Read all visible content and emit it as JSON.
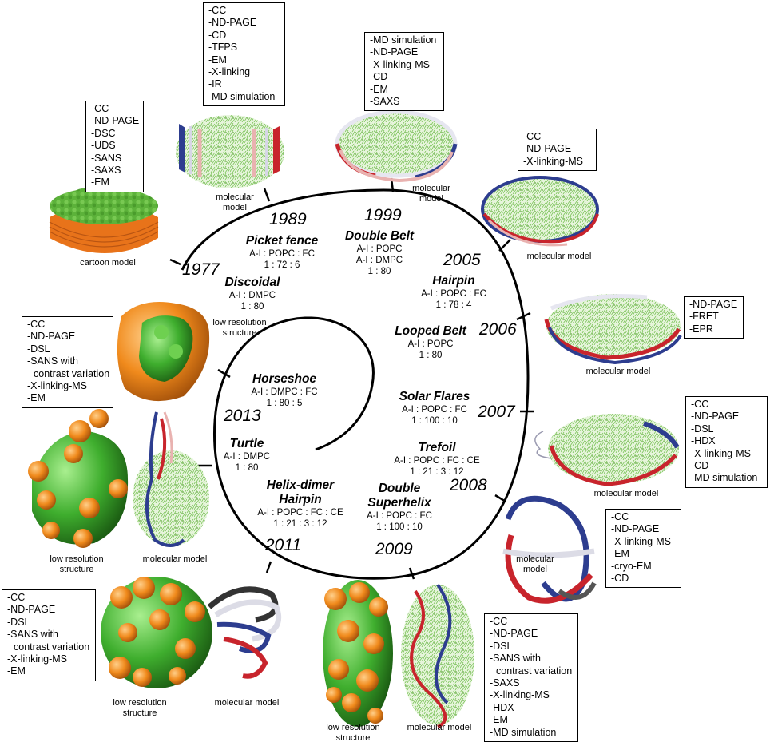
{
  "milestones": [
    {
      "year": "1977",
      "name": "Discoidal",
      "composition": [
        "A-I : DMPC",
        "1 : 80"
      ]
    },
    {
      "year": "1989",
      "name": "Picket fence",
      "composition": [
        "A-I : POPC : FC",
        "1 : 72 : 6"
      ]
    },
    {
      "year": "1999",
      "name": "Double Belt",
      "composition": [
        "A-I : POPC",
        "A-I : DMPC",
        "1 : 80"
      ]
    },
    {
      "year": "2005",
      "name": "Hairpin",
      "composition": [
        "A-I : POPC : FC",
        "1 : 78 : 4"
      ]
    },
    {
      "year": "2006",
      "name": "Looped Belt",
      "composition": [
        "A-I : POPC",
        "1 : 80"
      ]
    },
    {
      "year": "2007",
      "name": "Solar Flares",
      "composition": [
        "A-I : POPC : FC",
        "1 : 100 : 10"
      ]
    },
    {
      "year": "2008",
      "name": "Trefoil",
      "composition": [
        "A-I : POPC : FC : CE",
        "1 : 21 : 3 : 12"
      ]
    },
    {
      "year": "2009",
      "name": "Double Superhelix",
      "name_lines": [
        "Double",
        "Superhelix"
      ],
      "composition": [
        "A-I : POPC : FC",
        "1 : 100 : 10"
      ]
    },
    {
      "year": "2011",
      "name": "Helix-dimer Hairpin",
      "name_lines": [
        "Helix-dimer",
        "Hairpin"
      ],
      "composition": [
        "A-I : POPC : FC : CE",
        "1 : 21 : 3 : 12"
      ]
    },
    {
      "year": "",
      "name": "Turtle",
      "composition": [
        "A-I : DMPC",
        "1 : 80"
      ]
    },
    {
      "year": "2013",
      "name": "Horseshoe",
      "composition": [
        "A-I : DMPC : FC",
        "1 : 80 : 5"
      ]
    }
  ],
  "methods": {
    "discoidal": [
      "-CC",
      "-ND-PAGE",
      "-DSC",
      "-UDS",
      "-SANS",
      "-SAXS",
      "-EM"
    ],
    "picket_fence": [
      "-CC",
      "-ND-PAGE",
      "-CD",
      "-TFPS",
      "-EM",
      "-X-linking",
      "-IR",
      "-MD simulation"
    ],
    "double_belt": [
      "-MD simulation",
      "-ND-PAGE",
      "-X-linking-MS",
      "-CD",
      "-EM",
      "-SAXS"
    ],
    "hairpin": [
      "-CC",
      "-ND-PAGE",
      "-X-linking-MS"
    ],
    "looped_belt": [
      "-ND-PAGE",
      "-FRET",
      "-EPR"
    ],
    "solar_flares": [
      "-CC",
      "-ND-PAGE",
      "-DSL",
      "-HDX",
      "-X-linking-MS",
      "-CD",
      "-MD simulation"
    ],
    "trefoil": [
      "-CC",
      "-ND-PAGE",
      "-X-linking-MS",
      "-EM",
      "-cryo-EM",
      "-CD"
    ],
    "double_superhelix": [
      "-CC",
      "-ND-PAGE",
      "-DSL",
      "-SANS with",
      "  contrast variation",
      "-SAXS",
      "-X-linking-MS",
      "-HDX",
      "-EM",
      "-MD simulation"
    ],
    "helix_dimer": [
      "-CC",
      "-ND-PAGE",
      "-DSL",
      "-SANS with",
      "  contrast variation",
      "-X-linking-MS",
      "-EM"
    ],
    "horseshoe": [
      "-CC",
      "-ND-PAGE",
      "-DSL",
      "-SANS with",
      "  contrast variation",
      "-X-linking-MS",
      "-EM"
    ]
  },
  "captions": {
    "cartoon_model": "cartoon model",
    "molecular_model": "molecular model",
    "molecular_model_split": [
      "molecular",
      "model"
    ],
    "low_resolution_structure": [
      "low resolution",
      "structure"
    ]
  },
  "colors": {
    "lipid": "#7cc45a",
    "belt_blue": "#2d3d8f",
    "belt_red": "#c8242c",
    "belt_pink": "#e9b2b0",
    "belt_white": "#eeeef4",
    "sphere_orange": "#f08a1c",
    "sphere_green": "#3fae2e",
    "cartoon_orange": "#e8731a"
  }
}
